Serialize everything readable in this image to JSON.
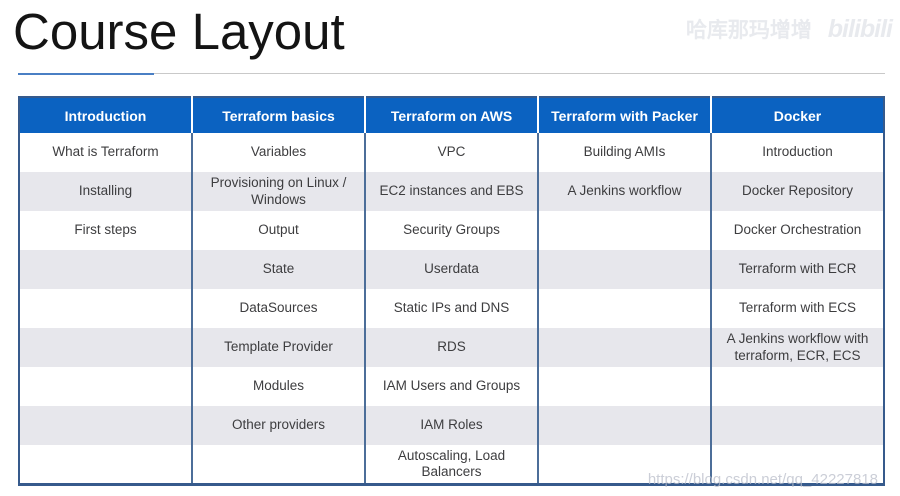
{
  "title": "Course Layout",
  "watermarks": {
    "bilibili_user": "哈库那玛增增",
    "bilibili_logo": "bilibili",
    "csdn_url": "https://blog.csdn.net/qq_42227818"
  },
  "table": {
    "headers": [
      "Introduction",
      "Terraform basics",
      "Terraform on AWS",
      "Terraform with Packer",
      "Docker"
    ],
    "rows": [
      [
        "What is Terraform",
        "Variables",
        "VPC",
        "Building AMIs",
        "Introduction"
      ],
      [
        "Installing",
        "Provisioning on Linux / Windows",
        "EC2 instances and EBS",
        "A Jenkins workflow",
        "Docker Repository"
      ],
      [
        "First steps",
        "Output",
        "Security Groups",
        "",
        "Docker Orchestration"
      ],
      [
        "",
        "State",
        "Userdata",
        "",
        "Terraform with ECR"
      ],
      [
        "",
        "DataSources",
        "Static IPs and DNS",
        "",
        "Terraform with ECS"
      ],
      [
        "",
        "Template Provider",
        "RDS",
        "",
        "A Jenkins workflow with terraform, ECR, ECS"
      ],
      [
        "",
        "Modules",
        "IAM Users and Groups",
        "",
        ""
      ],
      [
        "",
        "Other providers",
        "IAM Roles",
        "",
        ""
      ],
      [
        "",
        "",
        "Autoscaling, Load Balancers",
        "",
        ""
      ]
    ]
  },
  "colors": {
    "header_bg": "#0b62c1",
    "stripe": "#e7e7ec",
    "column_border": "#4c6e99",
    "outer_border": "#365a8c",
    "underline_blue": "#4a7fc4",
    "underline_gray": "#c9c9c9",
    "body_text": "#3d3d3f"
  }
}
